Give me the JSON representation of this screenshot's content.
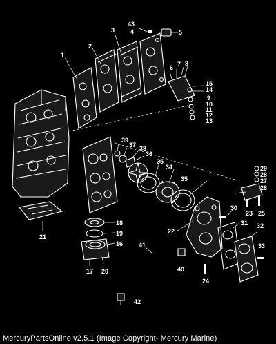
{
  "footer": {
    "caption": "MercuryPartsOnline v2.5.1 (Image Copyright- Mercury Marine)"
  },
  "diagram": {
    "callouts": {
      "c1": "1",
      "c2": "2",
      "c3": "3",
      "c4": "4",
      "c5": "5",
      "c6": "6",
      "c7": "7",
      "c8": "8",
      "c9": "9",
      "c10": "10",
      "c11": "11",
      "c12": "12",
      "c13": "13",
      "c14": "14",
      "c15": "15",
      "c16": "16",
      "c17": "17",
      "c18": "18",
      "c19": "19",
      "c20": "20",
      "c21": "21",
      "c22": "22",
      "c23": "23",
      "c24": "24",
      "c25": "25",
      "c26": "26",
      "c27": "27",
      "c28": "28",
      "c29": "29",
      "c30": "30",
      "c31": "31",
      "c32": "32",
      "c33": "33",
      "c34": "34",
      "c35": "35",
      "c36": "36",
      "c37": "37",
      "c38": "38",
      "c39": "39",
      "c40": "40",
      "c41": "41",
      "c42": "42",
      "c43": "43"
    }
  }
}
